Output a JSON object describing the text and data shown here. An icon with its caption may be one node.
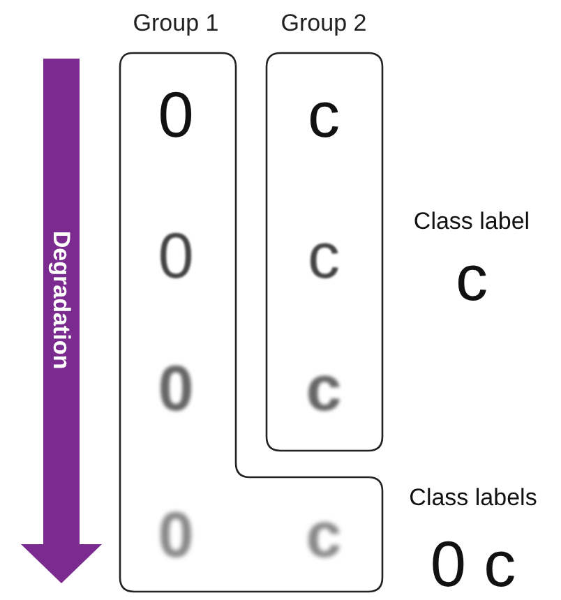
{
  "diagram": {
    "nodes": [
      {
        "text": [
          "Group 1",
          "0",
          "0",
          "0",
          "0",
          "c"
        ],
        "beside": [
          "Class labels",
          "0 c"
        ]
      },
      {
        "text": [
          "Group 2",
          "c",
          "c",
          "c"
        ],
        "beside": [
          "Class label",
          "c"
        ]
      }
    ],
    "edges": [],
    "labels": [
      "Degradation"
    ]
  }
}
